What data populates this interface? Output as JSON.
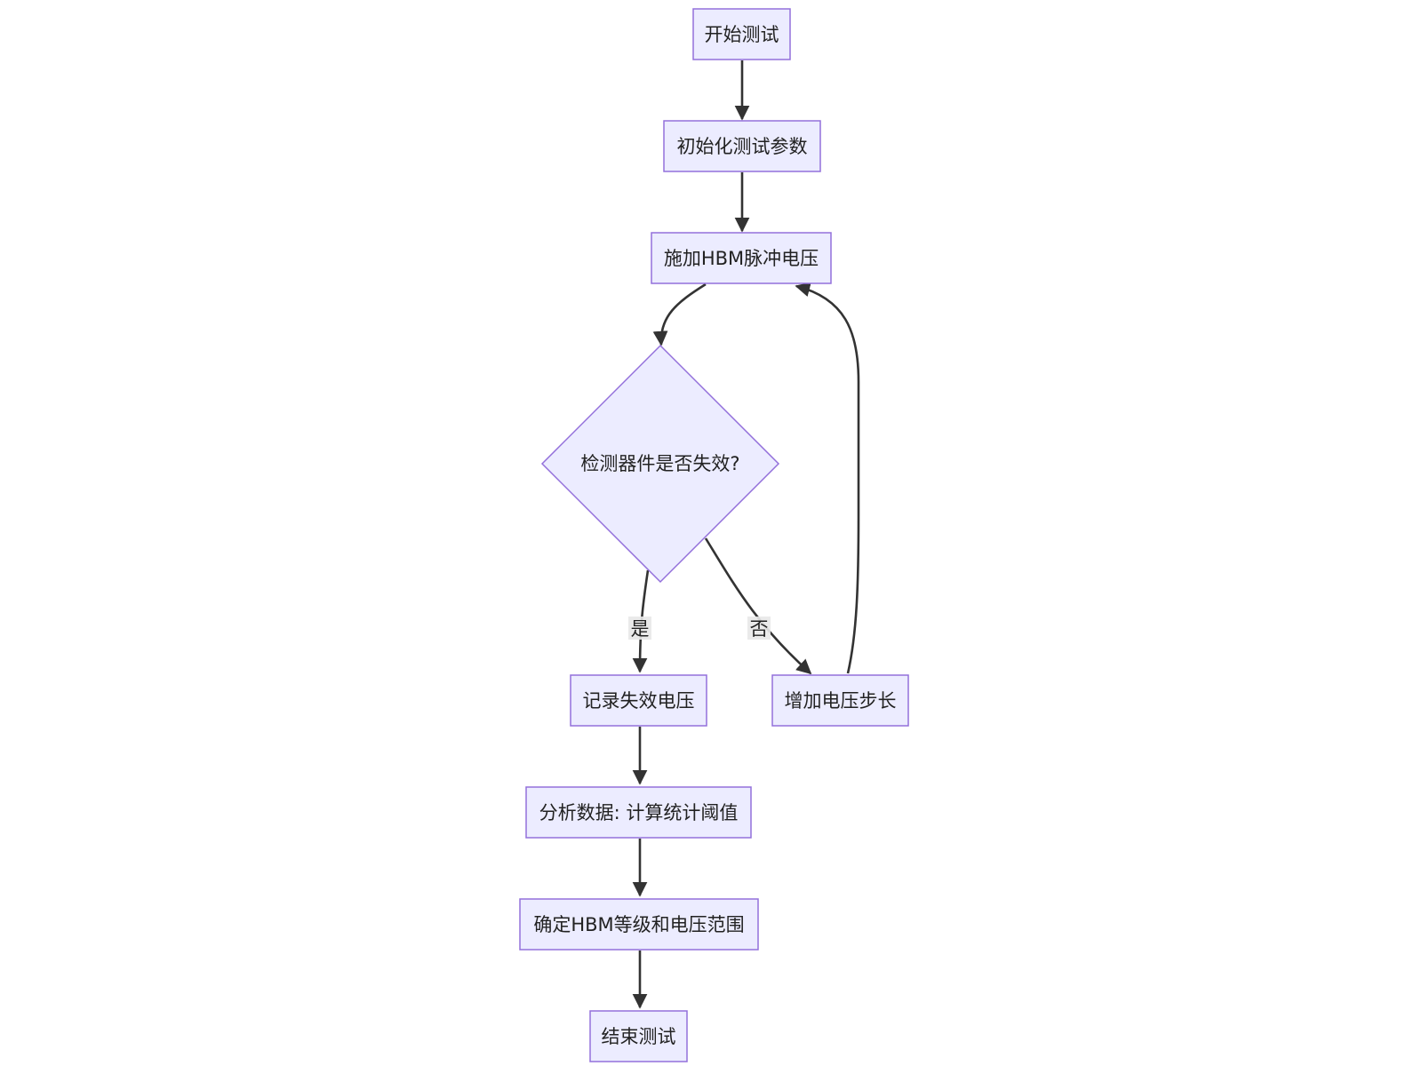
{
  "nodes": {
    "start": "开始测试",
    "init": "初始化测试参数",
    "apply": "施加HBM脉冲电压",
    "check": "检测器件是否失效?",
    "record": "记录失效电压",
    "increase": "增加电压步长",
    "analyze": "分析数据: 计算统计阈值",
    "determine": "确定HBM等级和电压范围",
    "end": "结束测试"
  },
  "edge_labels": {
    "yes": "是",
    "no": "否"
  },
  "colors": {
    "node_fill": "#ECECFF",
    "node_stroke": "#9370DB",
    "edge": "#333333"
  }
}
